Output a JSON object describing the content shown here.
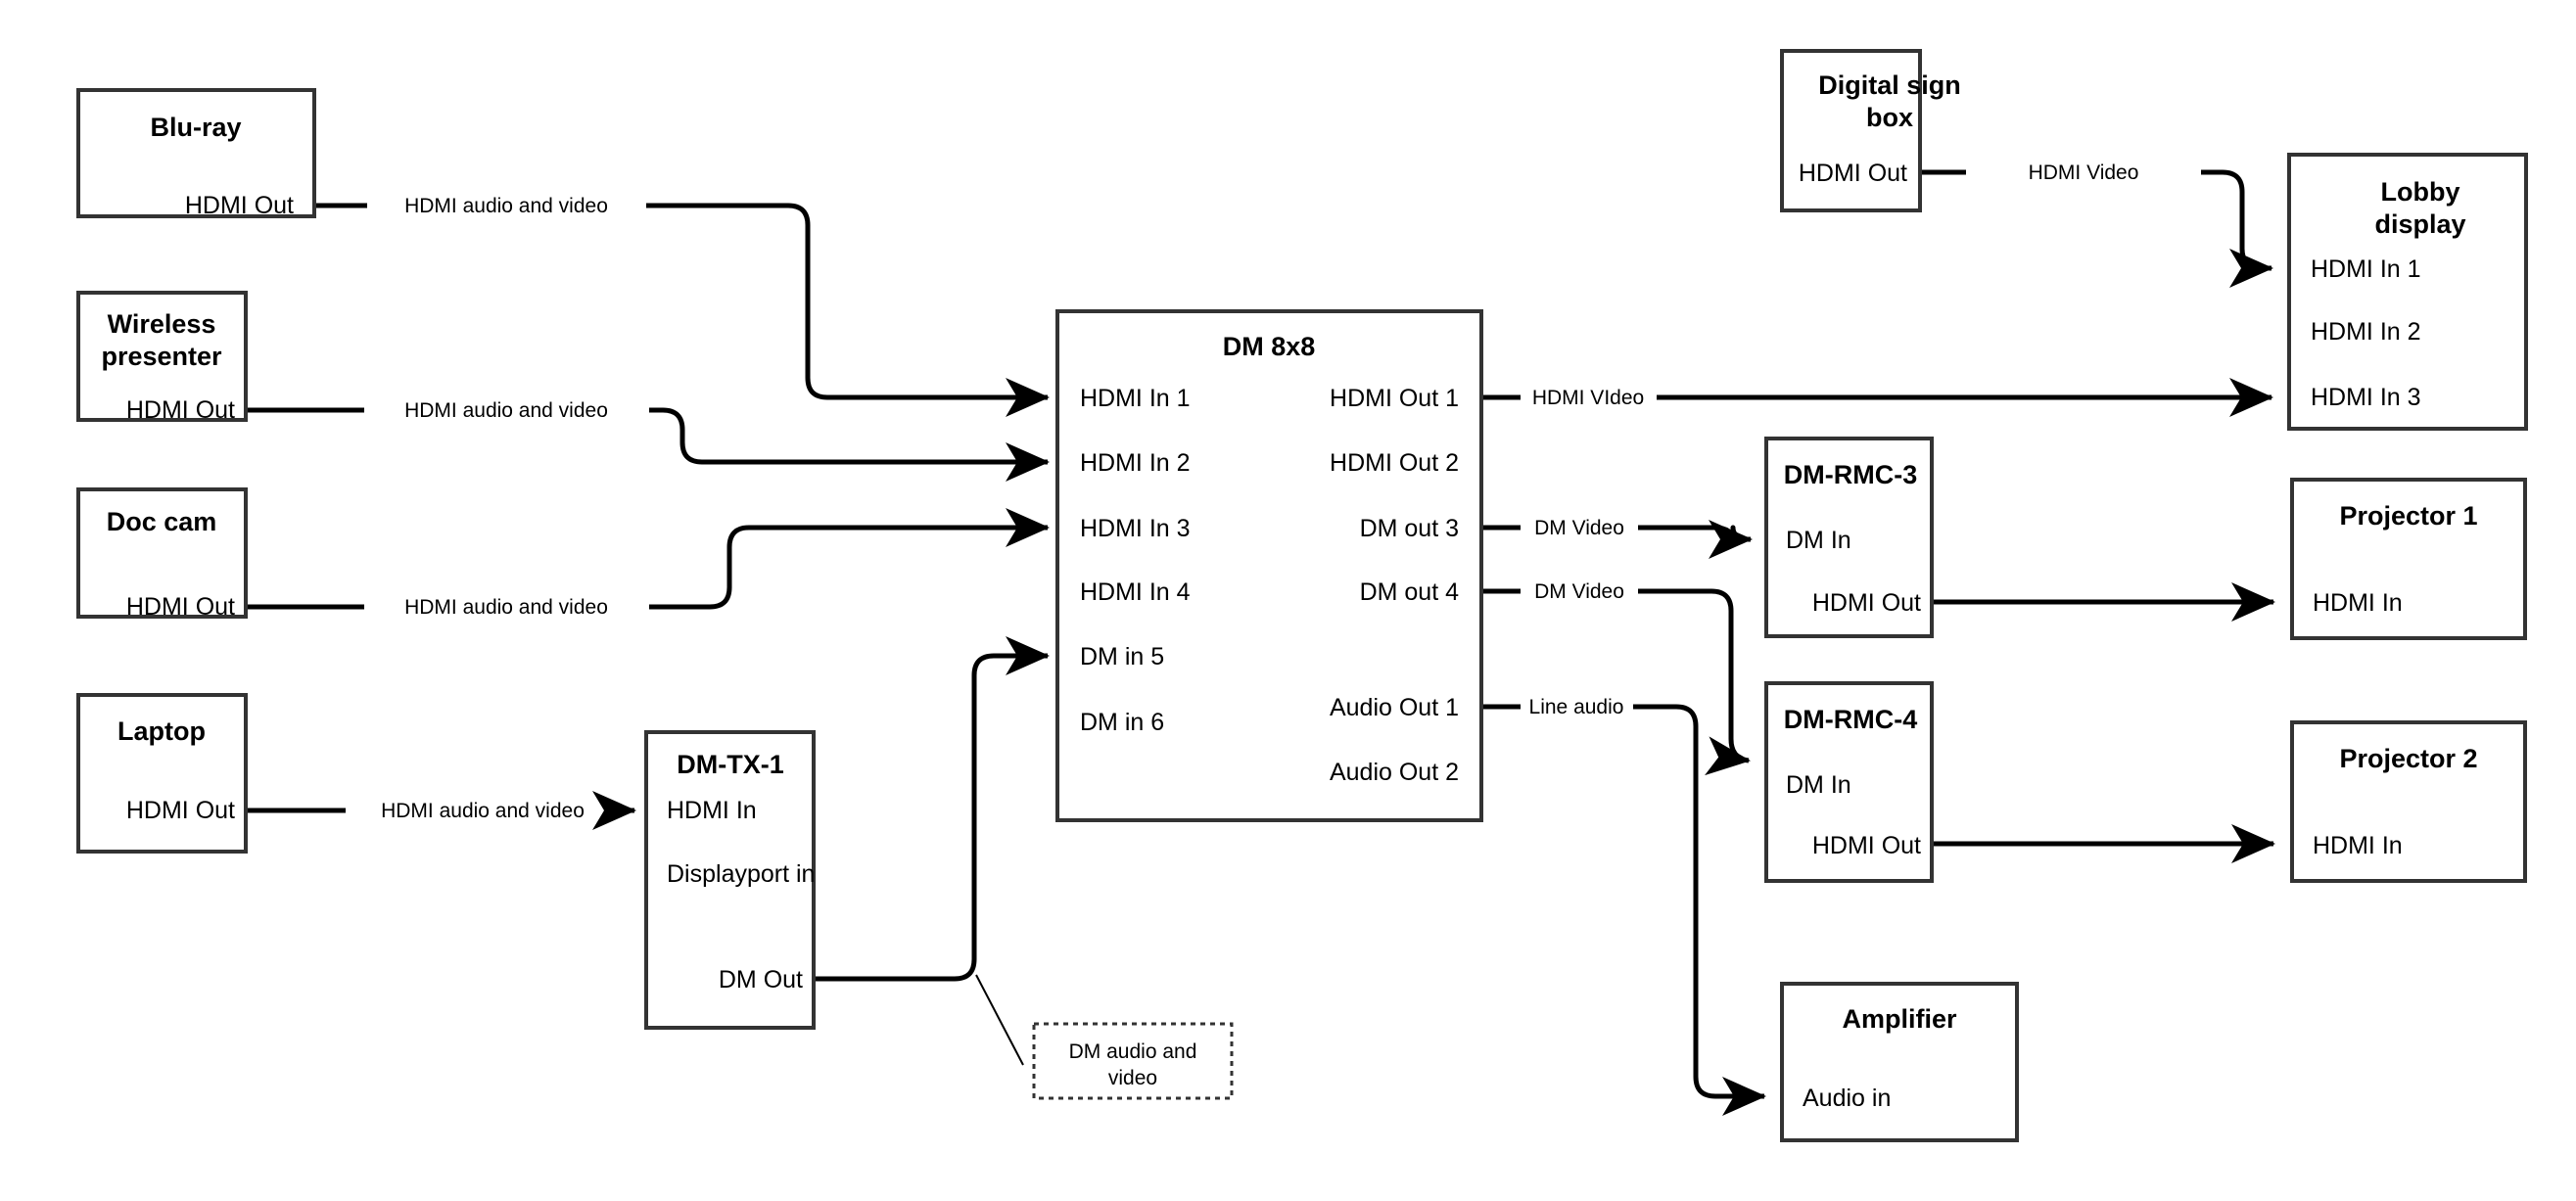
{
  "diagram": {
    "title": "AV signal flow diagram",
    "colors": {
      "box_stroke": "#333333",
      "wire": "#000000",
      "background": "#ffffff"
    },
    "devices": [
      {
        "id": "blu-ray",
        "title": "Blu-ray",
        "ports_left": [],
        "ports_right": [
          "HDMI Out"
        ]
      },
      {
        "id": "wireless-presenter",
        "title_line1": "Wireless",
        "title_line2": "presenter",
        "ports_right": [
          "HDMI Out"
        ]
      },
      {
        "id": "doc-cam",
        "title": "Doc cam",
        "ports_right": [
          "HDMI Out"
        ]
      },
      {
        "id": "laptop",
        "title": "Laptop",
        "ports_right": [
          "HDMI Out"
        ]
      },
      {
        "id": "dm-tx-1",
        "title": "DM-TX-1",
        "ports_left": [
          "HDMI In",
          "Displayport in"
        ],
        "ports_right": [
          "DM Out"
        ]
      },
      {
        "id": "dm-8x8",
        "title": "DM 8x8",
        "ports_left": [
          "HDMI In 1",
          "HDMI In 2",
          "HDMI In 3",
          "HDMI In 4",
          "DM in 5",
          "DM in 6"
        ],
        "ports_right": [
          "HDMI Out 1",
          "HDMI Out 2",
          "DM out 3",
          "DM out 4",
          "Audio Out 1",
          "Audio Out 2"
        ]
      },
      {
        "id": "digital-sign-box",
        "title_line1": "Digital sign",
        "title_line2": "box",
        "ports_right": [
          "HDMI Out"
        ]
      },
      {
        "id": "lobby-display",
        "title_line1": "Lobby",
        "title_line2": "display",
        "ports_left": [
          "HDMI In 1",
          "HDMI In 2",
          "HDMI In 3"
        ]
      },
      {
        "id": "dm-rmc-3",
        "title": "DM-RMC-3",
        "ports_left": [
          "DM In"
        ],
        "ports_right": [
          "HDMI Out"
        ]
      },
      {
        "id": "dm-rmc-4",
        "title": "DM-RMC-4",
        "ports_left": [
          "DM In"
        ],
        "ports_right": [
          "HDMI Out"
        ]
      },
      {
        "id": "projector-1",
        "title": "Projector 1",
        "ports_left": [
          "HDMI In"
        ]
      },
      {
        "id": "projector-2",
        "title": "Projector 2",
        "ports_left": [
          "HDMI In"
        ]
      },
      {
        "id": "amplifier",
        "title": "Amplifier",
        "ports_left": [
          "Audio in"
        ]
      }
    ],
    "connections": [
      {
        "id": "bluray-to-dm-in1",
        "label": "HDMI audio and video",
        "from": "blu-ray.HDMI Out",
        "to": "dm-8x8.HDMI In 1"
      },
      {
        "id": "wireless-to-dm-in2",
        "label": "HDMI audio and video",
        "from": "wireless-presenter.HDMI Out",
        "to": "dm-8x8.HDMI In 2"
      },
      {
        "id": "doccam-to-dm-in3",
        "label": "HDMI audio and video",
        "from": "doc-cam.HDMI Out",
        "to": "dm-8x8.HDMI In 3"
      },
      {
        "id": "laptop-to-tx1",
        "label": "HDMI audio and video",
        "from": "laptop.HDMI Out",
        "to": "dm-tx-1.HDMI In"
      },
      {
        "id": "tx1-to-dm-in5",
        "label": "DM audio and video",
        "from": "dm-tx-1.DM Out",
        "to": "dm-8x8.DM in 5",
        "callout": true
      },
      {
        "id": "dm-out1-to-lobby-in3",
        "label": "HDMI VIdeo",
        "from": "dm-8x8.HDMI Out 1",
        "to": "lobby-display.HDMI In 3"
      },
      {
        "id": "dm-out3-to-rmc3",
        "label": "DM Video",
        "from": "dm-8x8.DM out 3",
        "to": "dm-rmc-3.DM In"
      },
      {
        "id": "dm-out4-to-rmc4",
        "label": "DM Video",
        "from": "dm-8x8.DM out 4",
        "to": "dm-rmc-4.DM In"
      },
      {
        "id": "dm-audio1-to-amp",
        "label": "Line audio",
        "from": "dm-8x8.Audio Out 1",
        "to": "amplifier.Audio in"
      },
      {
        "id": "sign-to-lobby-in1",
        "label": "HDMI Video",
        "from": "digital-sign-box.HDMI Out",
        "to": "lobby-display.HDMI In 1"
      },
      {
        "id": "rmc3-to-projector1",
        "label": "",
        "from": "dm-rmc-3.HDMI Out",
        "to": "projector-1.HDMI In"
      },
      {
        "id": "rmc4-to-projector2",
        "label": "",
        "from": "dm-rmc-4.HDMI Out",
        "to": "projector-2.HDMI In"
      }
    ],
    "callouts": [
      {
        "id": "dm-audio-video-callout",
        "line1": "DM audio and",
        "line2": "video"
      }
    ]
  }
}
